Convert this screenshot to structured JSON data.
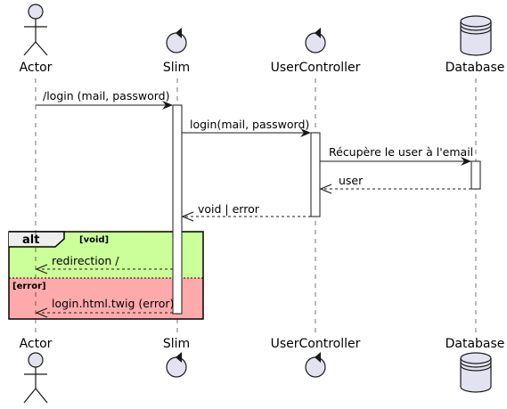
{
  "participants": {
    "actor": {
      "label": "Actor",
      "kind": "actor"
    },
    "slim": {
      "label": "Slim",
      "kind": "control"
    },
    "user_controller": {
      "label": "UserController",
      "kind": "control"
    },
    "database": {
      "label": "Database",
      "kind": "database"
    }
  },
  "messages": {
    "login_request": {
      "label": "/login (mail, password)",
      "from": "Actor",
      "to": "Slim",
      "style": "solid"
    },
    "login_call": {
      "label": "login(mail, password)",
      "from": "Slim",
      "to": "UserController",
      "style": "solid"
    },
    "fetch_user": {
      "label": "Récupère le user à l'email",
      "from": "UserController",
      "to": "Database",
      "style": "solid"
    },
    "user_return": {
      "label": "user",
      "from": "Database",
      "to": "UserController",
      "style": "dashed"
    },
    "void_error_return": {
      "label": "void | error",
      "from": "UserController",
      "to": "Slim",
      "style": "dashed"
    },
    "redirection": {
      "label": "redirection /",
      "from": "Slim",
      "to": "Actor",
      "style": "dashed"
    },
    "login_template": {
      "label": "login.html.twig (error)",
      "from": "Slim",
      "to": "Actor",
      "style": "dashed"
    }
  },
  "fragment": {
    "keyword": "alt",
    "void_condition": "[void]",
    "error_condition": "[error]",
    "void_color": "#ccff99",
    "error_color": "#ffaaaa"
  },
  "colors": {
    "participant_fill": "#e2e2f0",
    "line": "#181818"
  }
}
